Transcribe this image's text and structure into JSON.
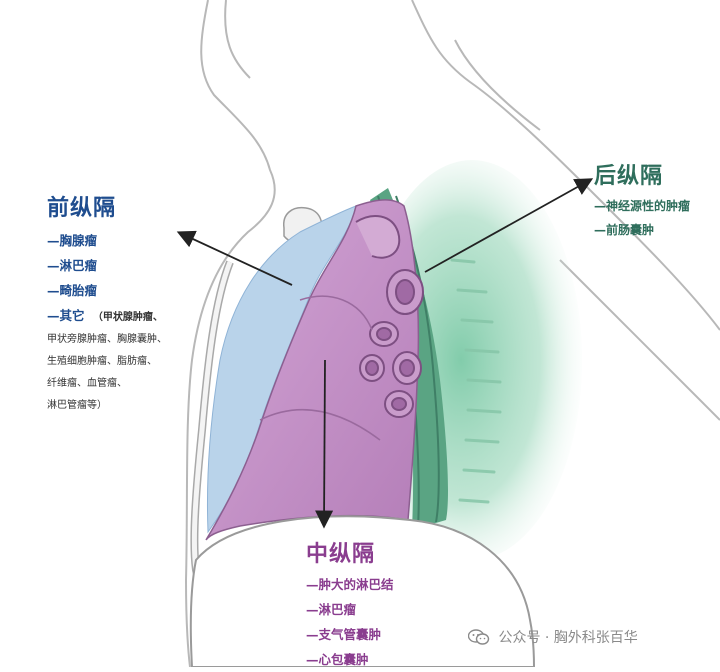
{
  "anterior": {
    "title": "前纵隔",
    "items": [
      "—胸腺瘤",
      "—淋巴瘤",
      "—畸胎瘤"
    ],
    "other": "—其它",
    "other_notes": [
      "（甲状腺肿瘤、",
      "甲状旁腺肿瘤、胸腺囊肿、",
      "生殖细胞肿瘤、脂肪瘤、",
      "纤维瘤、血管瘤、",
      "淋巴管瘤等）"
    ]
  },
  "posterior": {
    "title": "后纵隔",
    "items": [
      "—神经源性的肿瘤",
      "—前肠囊肿"
    ]
  },
  "middle": {
    "title": "中纵隔",
    "items": [
      "—肿大的淋巴结",
      "—淋巴瘤",
      "—支气管囊肿",
      "—心包囊肿"
    ]
  },
  "watermark": {
    "icon": "wechat-icon",
    "text": "公众号 · 胸外科张百华"
  },
  "colors": {
    "anterior": "#1f4d8f",
    "posterior": "#2f6e5c",
    "middle": "#8a3d8f",
    "anterior_region": "#b9d3ea",
    "middle_region": "#c79bc9",
    "posterior_region": "#7fc8a8"
  }
}
